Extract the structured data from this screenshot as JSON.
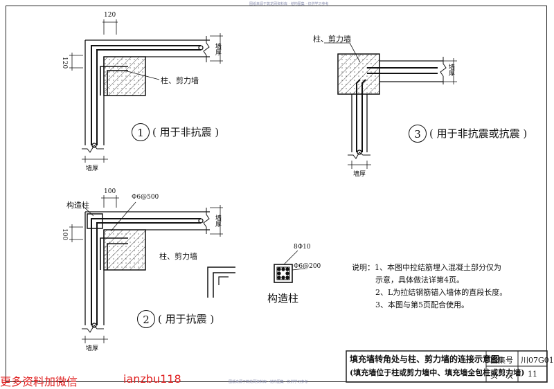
{
  "header_note": "图纸来源于筑龙网资料库 · 结构图集 · 仅供学习参考",
  "footer_note": "图纸来源于筑龙网资料库 · 结构图集 · 仅供学习参考",
  "detail1": {
    "dim_top": "120",
    "dim_left": "120",
    "wall_thickness": "墙厚",
    "column_label": "柱、剪力墙",
    "number": "1",
    "caption": "( 用于非抗震 )"
  },
  "detail2": {
    "column_name": "构造柱",
    "dim_top": "100",
    "dim_left": "100",
    "rebar": "Φ6@500",
    "wall_thickness": "墙厚",
    "column_label": "柱、剪力墙",
    "number": "2",
    "caption": "( 用于抗震 )"
  },
  "detail3": {
    "column_label": "柱、剪力墙",
    "wall_thickness": "墙厚",
    "number": "3",
    "caption": "( 用于非抗震或抗震 )"
  },
  "section": {
    "rebar_top": "8Φ10",
    "stirrup": "Φ6@200",
    "label": "构造柱"
  },
  "notes": {
    "heading": "说明：",
    "items": [
      "1、本图中拉结筋埋入混凝土部分仅为",
      "   示意，具体做法详第4页。",
      "2、L为拉结钢筋锚入墙体的直段长度。",
      "3、本图与第5页配合使用。"
    ]
  },
  "title_block": {
    "title": "填充墙转角处与柱、剪力墙的连接示意图",
    "subtitle": "(填充墙位于柱或剪力墙中、填充墙全包柱或剪力墙)",
    "atlas_label": "图集号",
    "atlas_no": "川07G01",
    "page_label": "页　次",
    "page_no": "11"
  },
  "watermark": {
    "left": "更多资料加微信",
    "right": "ianzbu118"
  }
}
